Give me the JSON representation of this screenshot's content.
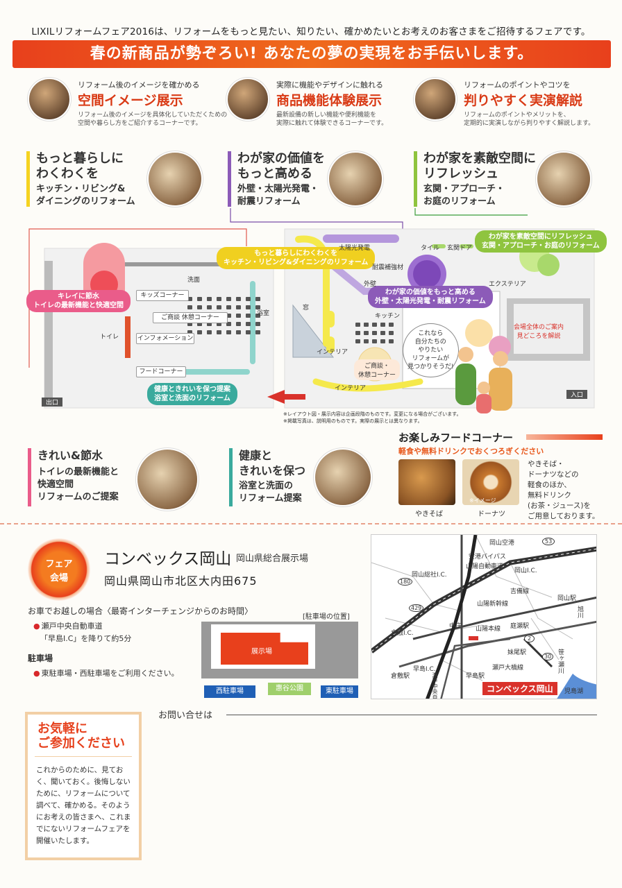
{
  "header": {
    "intro": "LIXILリフォームフェア2016は、リフォームをもっと見たい、知りたい、確かめたいとお考えのお客さまをご招待するフェアです。",
    "banner": "春の新商品が勢ぞろい! あなたの夢の実現をお手伝いします。"
  },
  "features": [
    {
      "lead": "リフォーム後のイメージを確かめる",
      "title": "空間イメージ展示",
      "desc": "リフォーム後のイメージを具体化していただくための\n空間や暮らし方をご紹介するコーナーです。"
    },
    {
      "lead": "実際に機能やデザインに触れる",
      "title": "商品機能体験展示",
      "desc": "最新設備の新しい機能や便利機能を\n実際に触れて体験できるコーナーです。"
    },
    {
      "lead": "リフォームのポイントやコツを",
      "title": "判りやすく実演解説",
      "desc": "リフォームのポイントやメリットを、\n定期的に実演しながら判りやすく解説します。"
    }
  ],
  "categories": {
    "top": [
      {
        "title": "もっと暮らしに\nわくわくを",
        "sub": "キッチン・リビング&\nダイニングのリフォーム",
        "color": "#f5d321"
      },
      {
        "title": "わが家の価値を\nもっと高める",
        "sub": "外壁・太陽光発電・\n耐震リフォーム",
        "color": "#8c5bb8"
      },
      {
        "title": "わが家を素敵空間に\nリフレッシュ",
        "sub": "玄関・アプローチ・\nお庭のリフォーム",
        "color": "#8fc43f"
      }
    ],
    "bottom": [
      {
        "title": "きれい&節水",
        "sub": "トイレの最新機能と\n快適空間\nリフォームのご提案",
        "color": "#ea5c8a"
      },
      {
        "title": "健康と\nきれいを保つ",
        "sub": "浴室と洗面の\nリフォーム提案",
        "color": "#3aaa9d"
      }
    ]
  },
  "floor": {
    "tags": {
      "kitchen": "もっと暮らしにわくわくを\nキッチン・リビング&ダイニングのリフォーム",
      "toilet": "キレイに節水\nトイレの最新機能と快適空間",
      "exterior": "わが家の価値をもっと高める\n外壁・太陽光発電・耐震リフォーム",
      "garden": "わが家を素敵空間にリフレッシュ\n玄関・アプローチ・お庭のリフォーム",
      "bath": "健康ときれいを保つ提案\n浴室と洗面のリフォーム"
    },
    "labels": {
      "kids": "キッズコーナー",
      "consult": "ご商談 休憩コーナー",
      "info": "インフォメーション",
      "food": "フードコーナー",
      "toilet": "トイレ",
      "washroom": "洗面",
      "bathroom": "浴室",
      "exit": "出口",
      "entrance": "入口",
      "solar": "太陽光発電",
      "seismic": "耐震補強材",
      "outer_wall": "外壁",
      "window": "窓",
      "kitchen": "キッチン",
      "interior1": "インテリア",
      "interior2": "インテリア",
      "consult2": "ご商談・\n休憩コーナー",
      "tile": "タイル",
      "door": "玄関ドア",
      "exterior_area": "エクステリア",
      "guide": "会場全体のご案内\n見どころを解説",
      "bubble": "これなら\n自分たちの\nやりたい\nリフォームが\n見つかりそうだ!"
    },
    "notes": [
      "※レイアウト図・展示内容は企画段階のものです。変更になる場合がございます。",
      "※掲載写真は、説明用のものです。実際の展示とは異なります。"
    ]
  },
  "food": {
    "title": "お楽しみフードコーナー",
    "sub": "軽食や無料ドリンクでおくつろぎください",
    "items": [
      "やきそば",
      "ドーナツ"
    ],
    "image_note": "※イメージ",
    "desc": "やきそば・\nドーナツなどの\n軽食のほか、\n無料ドリンク\n(お茶・ジュース)を\nご用意しております。"
  },
  "venue": {
    "badge": [
      "フェア",
      "会場"
    ],
    "name": "コンベックス岡山",
    "sub": "岡山県総合展示場",
    "address": "岡山県岡山市北区大内田675",
    "car_title": "お車でお越しの場合〈最寄インターチェンジからのお時間〉",
    "car_lines": [
      "瀬戸中央自動車道",
      "「早島I.C」を降りて約5分"
    ],
    "parking_title": "駐車場",
    "parking_line": "東駐車場・西駐車場をご利用ください。",
    "parking_map": {
      "title": "[駐車場の位置]",
      "hall": "展示場",
      "west": "西駐車場",
      "park": "惠谷公園",
      "east": "東駐車場"
    }
  },
  "map": {
    "labels": {
      "airport": "岡山空港",
      "bypass": "空港バイパス",
      "sanyo_exp": "山陽自動車道",
      "okayama_ic": "岡山I.C.",
      "soja_ic": "岡山総社I.C.",
      "kibi": "吉備線",
      "shinkansen": "山陽新幹線",
      "okayama_sta": "岡山駅",
      "asahi": "旭川",
      "kurashiki_ic": "倉敷I.C.",
      "nakasho": "中庄",
      "sanyo_line": "山陽本線",
      "niwase": "庭瀬駅",
      "seto_bridge": "瀬戸大橋線",
      "senoo": "妹尾駅",
      "sasagase": "笹ヶ瀬川",
      "hayashima_ic": "早島I.C.",
      "hayashima": "早島駅",
      "kurashiki": "倉敷駅",
      "seto_chuo": "瀬戸中央自動車道",
      "venue": "コンベックス岡山",
      "kojima": "児島湖",
      "r53": "53",
      "r180": "180",
      "r429": "429",
      "r2": "2",
      "r30": "30"
    }
  },
  "invite": {
    "title": "お気軽に\nご参加ください",
    "body": "これからのために、見ておく、聞いておく。後悔しないために、リフォームについて調べて、確かめる。そのようにお考えの皆さまへ、これまでにないリフォームフェアを開催いたします。"
  },
  "contact": {
    "label": "お問い合せは"
  }
}
